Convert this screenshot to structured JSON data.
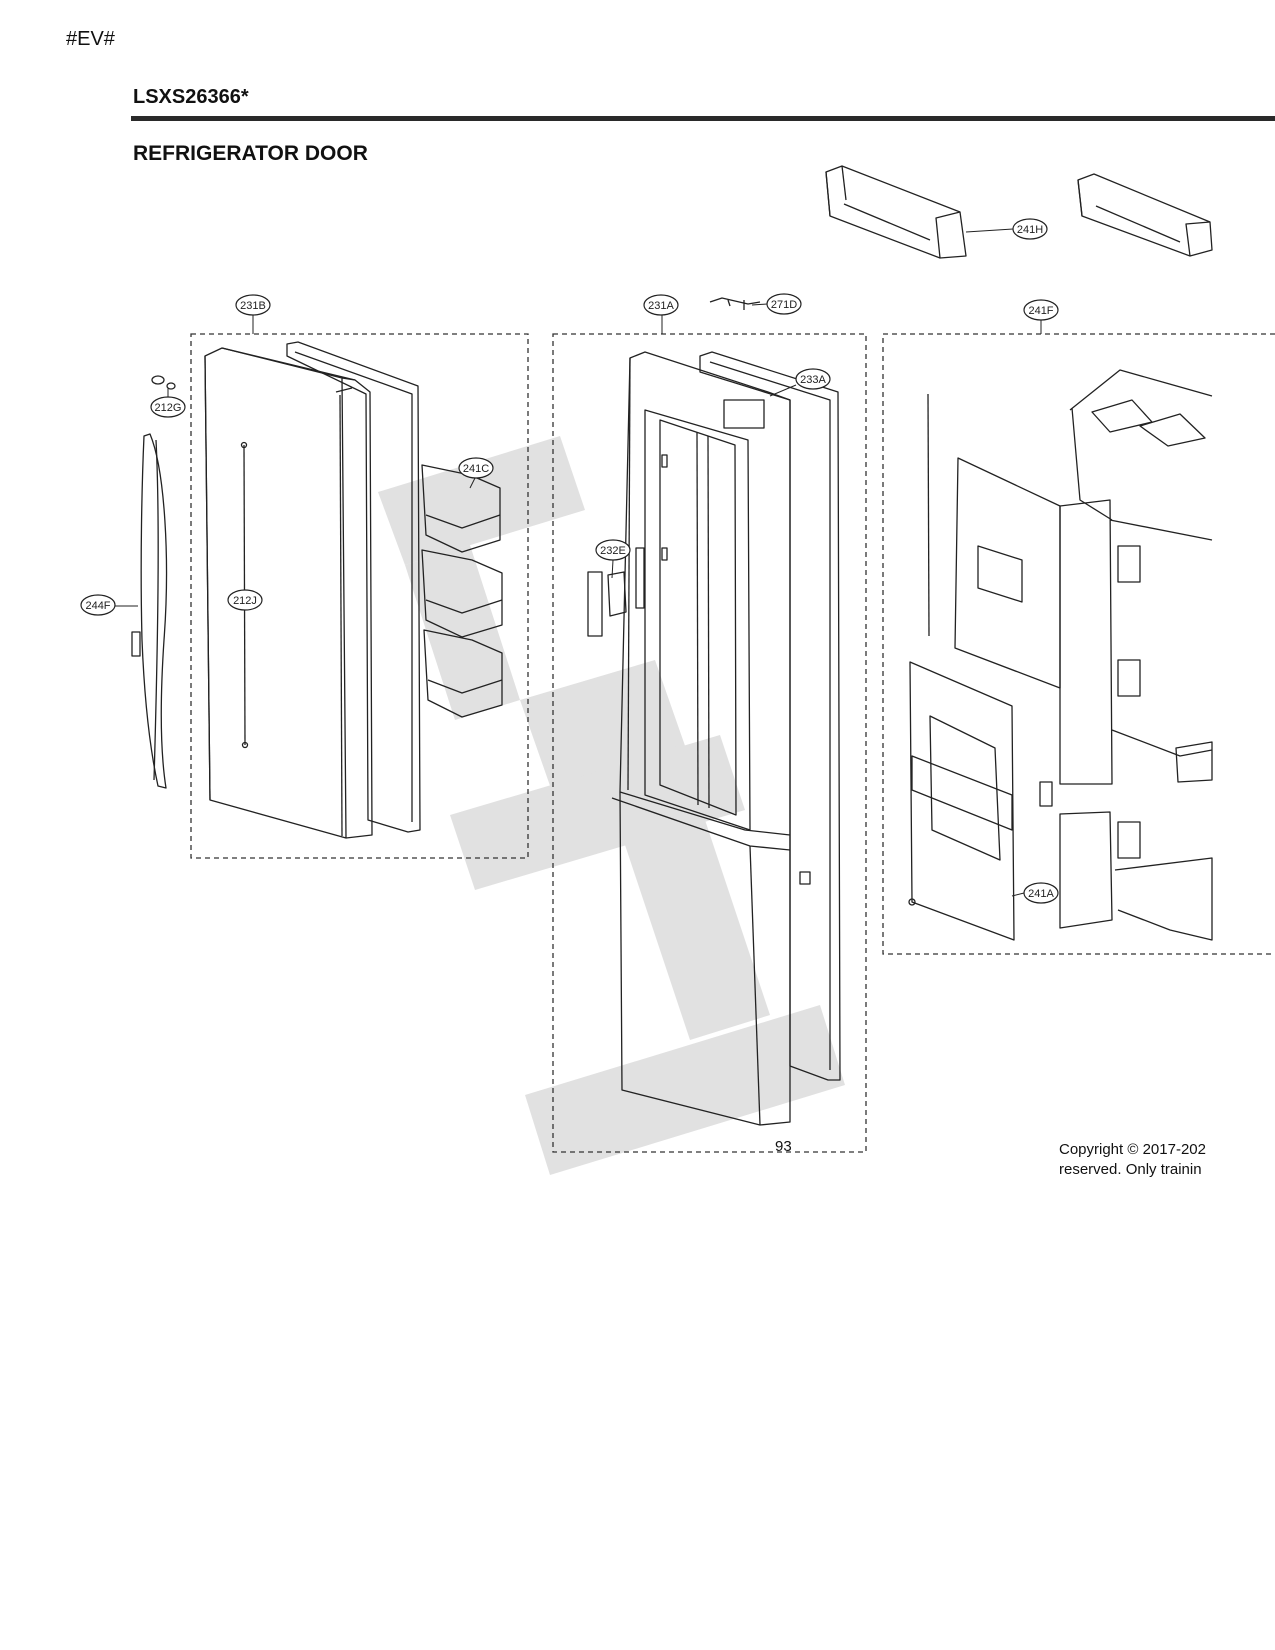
{
  "header": {
    "tag": "#EV#",
    "model": "LSXS26366*",
    "section_title": "REFRIGERATOR DOOR"
  },
  "callouts": {
    "c231B": "231B",
    "c212G": "212G",
    "c244F": "244F",
    "c212J": "212J",
    "c241C": "241C",
    "c231A": "231A",
    "c271D": "271D",
    "c233A": "233A",
    "c232E": "232E",
    "c241H": "241H",
    "c241F": "241F",
    "c241A": "241A"
  },
  "footer": {
    "page_number": "93",
    "copyright": "Copyright © 2017-202\nreserved. Only trainin"
  }
}
